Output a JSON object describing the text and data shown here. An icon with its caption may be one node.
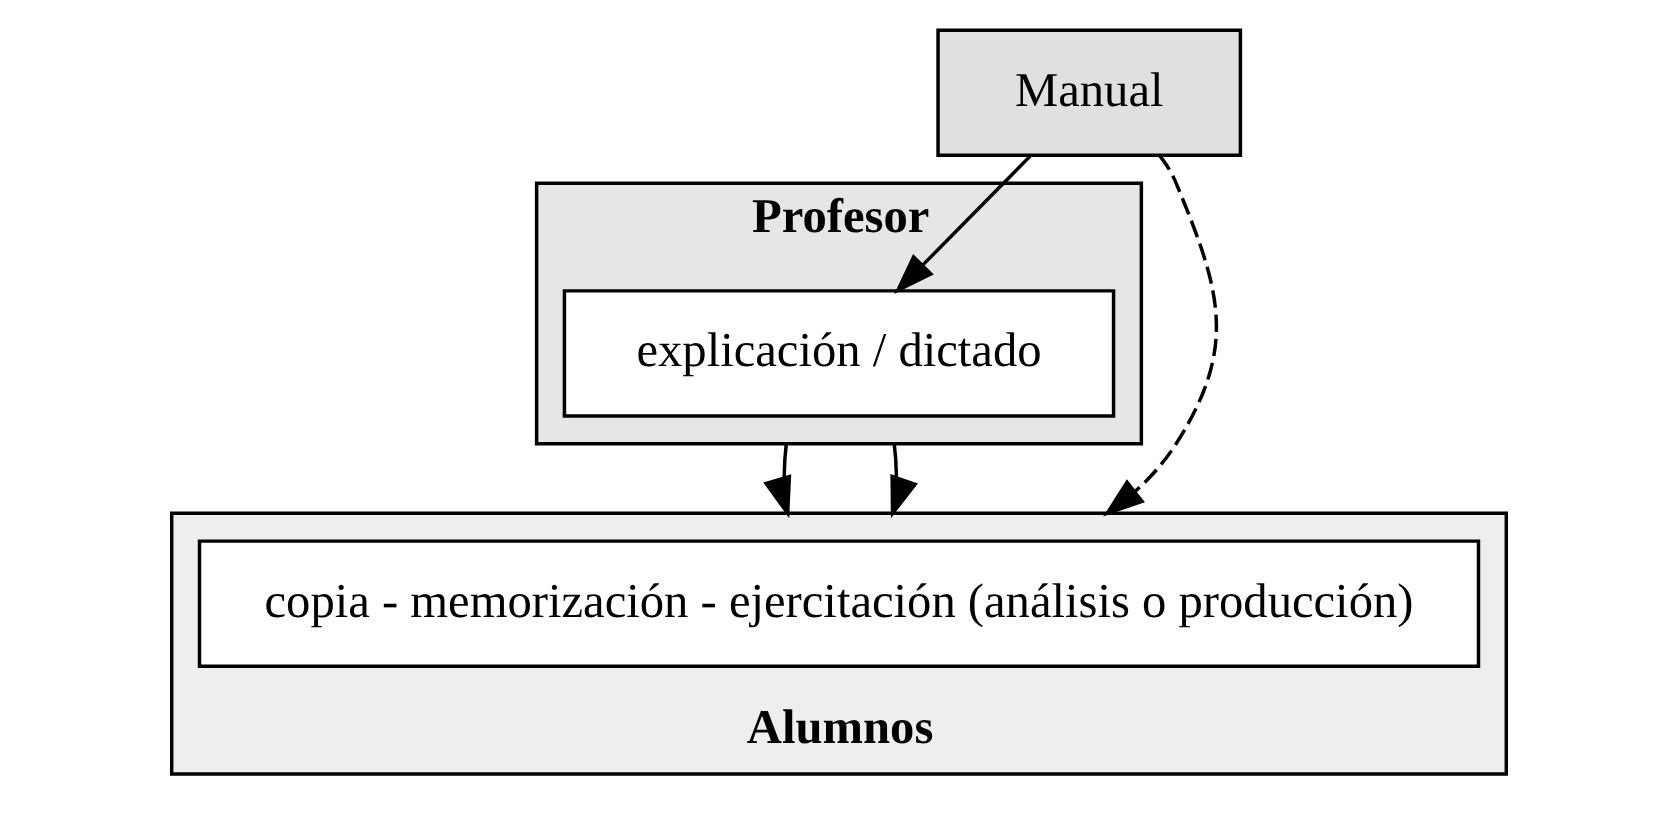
{
  "diagram": {
    "nodes": [
      {
        "text": [
          "Profesor"
        ]
      },
      {
        "text": [
          "explicación / dictado"
        ],
        "in": 0
      },
      {
        "text": [
          "Manual"
        ]
      },
      {
        "text": [
          "Alumnos"
        ]
      },
      {
        "text": [
          "copia - memorización - ejercitación (análisis o producción)"
        ],
        "in": 3
      }
    ],
    "edges": [
      {
        "from": 0,
        "to": 3,
        "arrow": "to"
      },
      {
        "from": 2,
        "to": 1,
        "arrow": "to"
      },
      {
        "from": 2,
        "to": 3,
        "arrow": "to",
        "style": "dashed"
      },
      {
        "from": 0,
        "to": 3,
        "arrow": "to"
      }
    ]
  }
}
